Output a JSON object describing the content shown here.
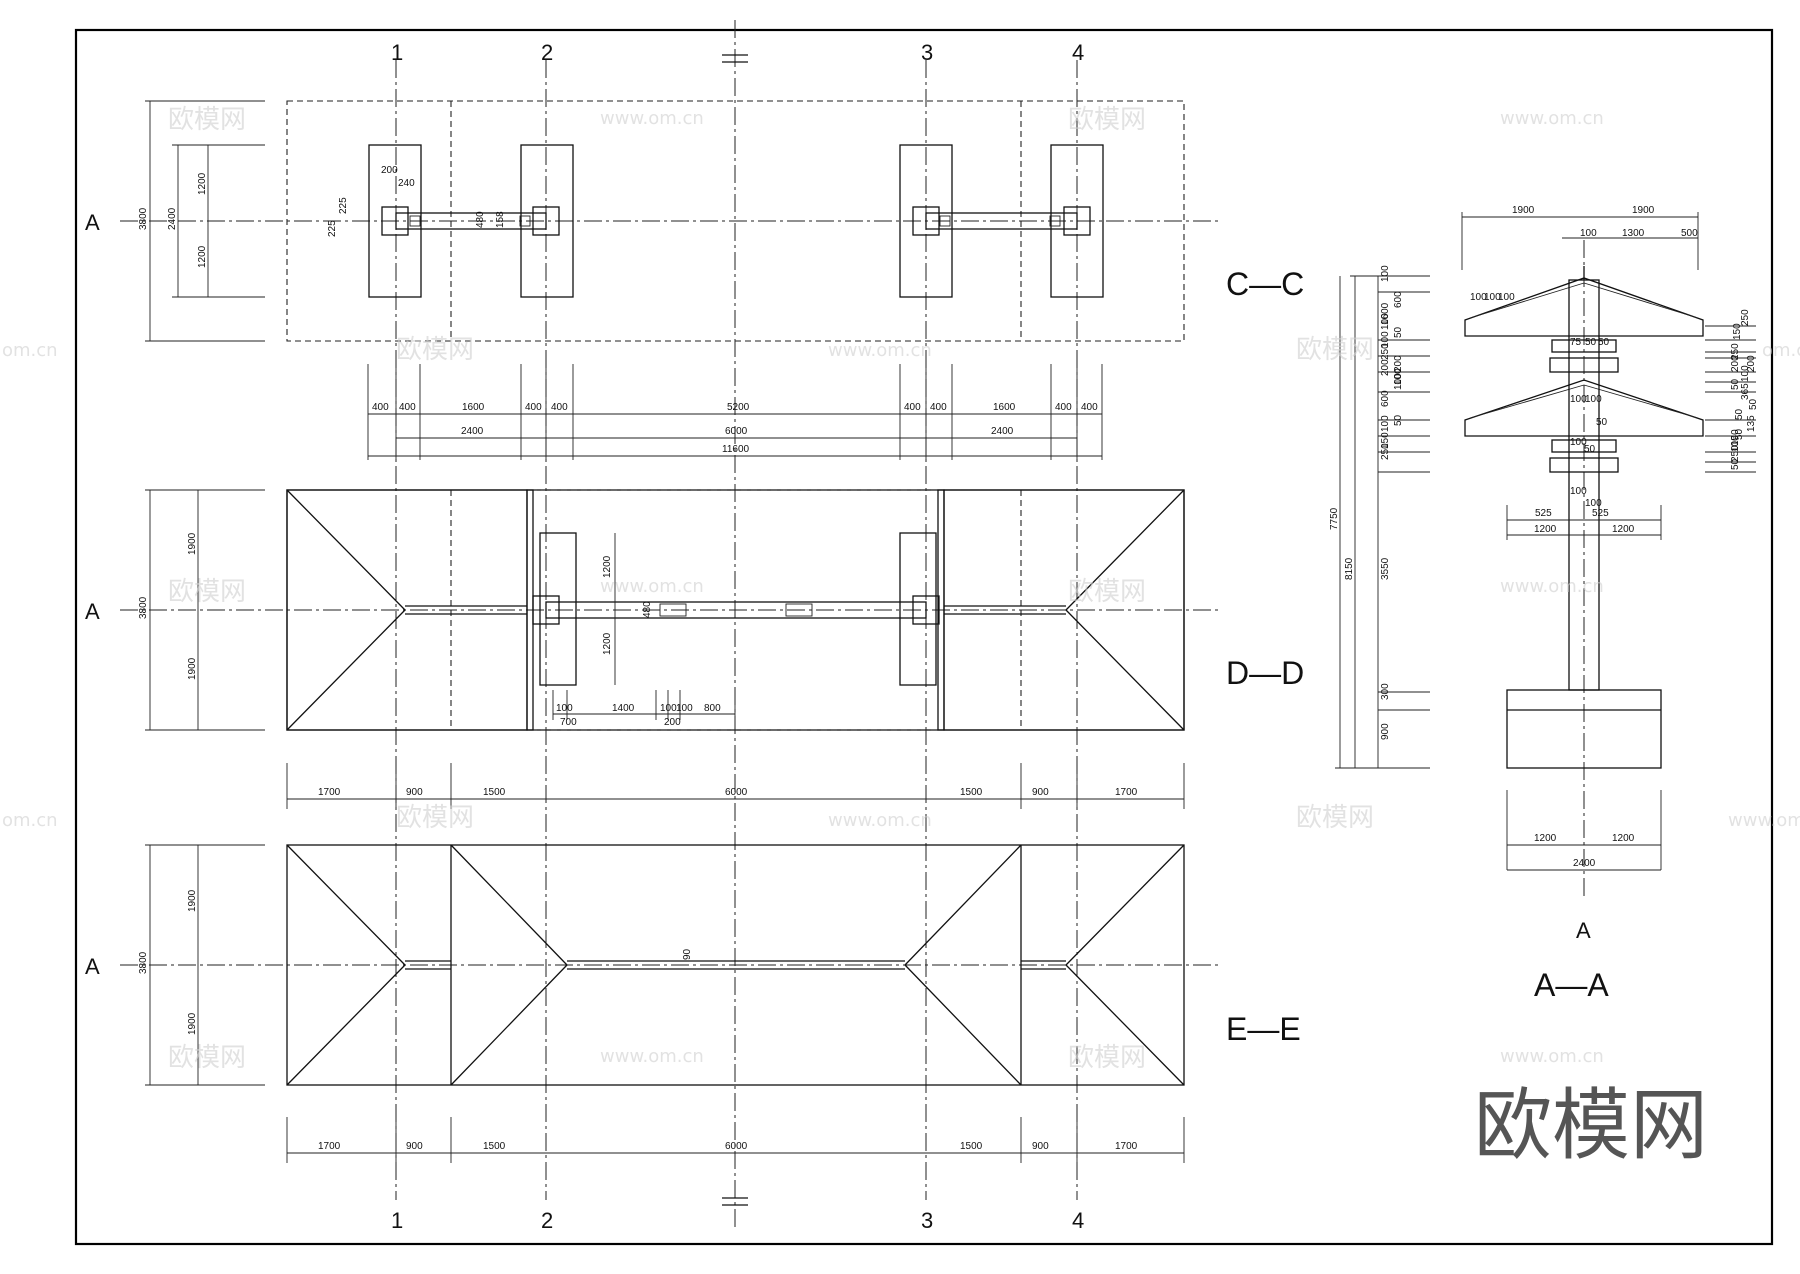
{
  "sections": {
    "cc": "C—C",
    "dd": "D—D",
    "ee": "E—E",
    "aa": "A—A"
  },
  "axes": {
    "columns": [
      "1",
      "2",
      "3",
      "4"
    ],
    "row": "A",
    "aa_marker": "A",
    "break_mark": "="
  },
  "plan_top": {
    "dims": {
      "left_3800": "3800",
      "left_2400": "2400",
      "left_1200a": "1200",
      "left_1200b": "1200",
      "d200": "200",
      "d240": "240",
      "d225a": "225",
      "d225b": "225",
      "d480": "480",
      "d158": "158"
    },
    "bottom_row1": [
      "400",
      "400",
      "1600",
      "400",
      "400",
      "5200",
      "400",
      "400",
      "1600",
      "400",
      "400"
    ],
    "bottom_row2": [
      "2400",
      "6000",
      "2400"
    ],
    "bottom_row3": "11600"
  },
  "plan_mid": {
    "left": {
      "d3800": "3800",
      "d1900a": "1900",
      "d1900b": "1900"
    },
    "inner": {
      "d1200a": "1200",
      "d1200b": "1200",
      "d480": "480"
    },
    "bottom_inner": [
      "100",
      "1400",
      "100",
      "100",
      "800"
    ],
    "bottom_inner2": [
      "700",
      "200"
    ],
    "bottom": [
      "1700",
      "900",
      "1500",
      "6000",
      "1500",
      "900",
      "1700"
    ]
  },
  "plan_low": {
    "left": {
      "d3800": "3800",
      "d1900a": "1900",
      "d1900b": "1900"
    },
    "ridge": "90",
    "bottom": [
      "1700",
      "900",
      "1500",
      "6000",
      "1500",
      "900",
      "1700"
    ]
  },
  "elevation": {
    "top": [
      "1900",
      "1900"
    ],
    "top2": [
      "100",
      "1300",
      "500"
    ],
    "left_stack": [
      "100",
      "1600",
      "600",
      "100",
      "50",
      "100",
      "200",
      "250",
      "100",
      "200",
      "600",
      "100",
      "100",
      "50",
      "150",
      "250",
      "3550",
      "300",
      "900"
    ],
    "left_total1": "7750",
    "left_total2": "8150",
    "right_stack": [
      "150",
      "250",
      "200",
      "250",
      "50",
      "100",
      "200",
      "365",
      "50",
      "50",
      "135",
      "50",
      "150",
      "100",
      "250",
      "50"
    ],
    "eave_labels": [
      "100",
      "100",
      "100",
      "75",
      "50",
      "50",
      "100",
      "100",
      "50",
      "100",
      "50"
    ],
    "col_mid": [
      "100",
      "100",
      "525",
      "525"
    ],
    "col_base": [
      "1200",
      "1200"
    ],
    "foot": [
      "1200",
      "1200"
    ],
    "foot_total": "2400"
  },
  "watermark": {
    "cn": "欧模网",
    "url": "www.om.cn",
    "url_partial": "om.cn"
  },
  "logo": "欧模网"
}
